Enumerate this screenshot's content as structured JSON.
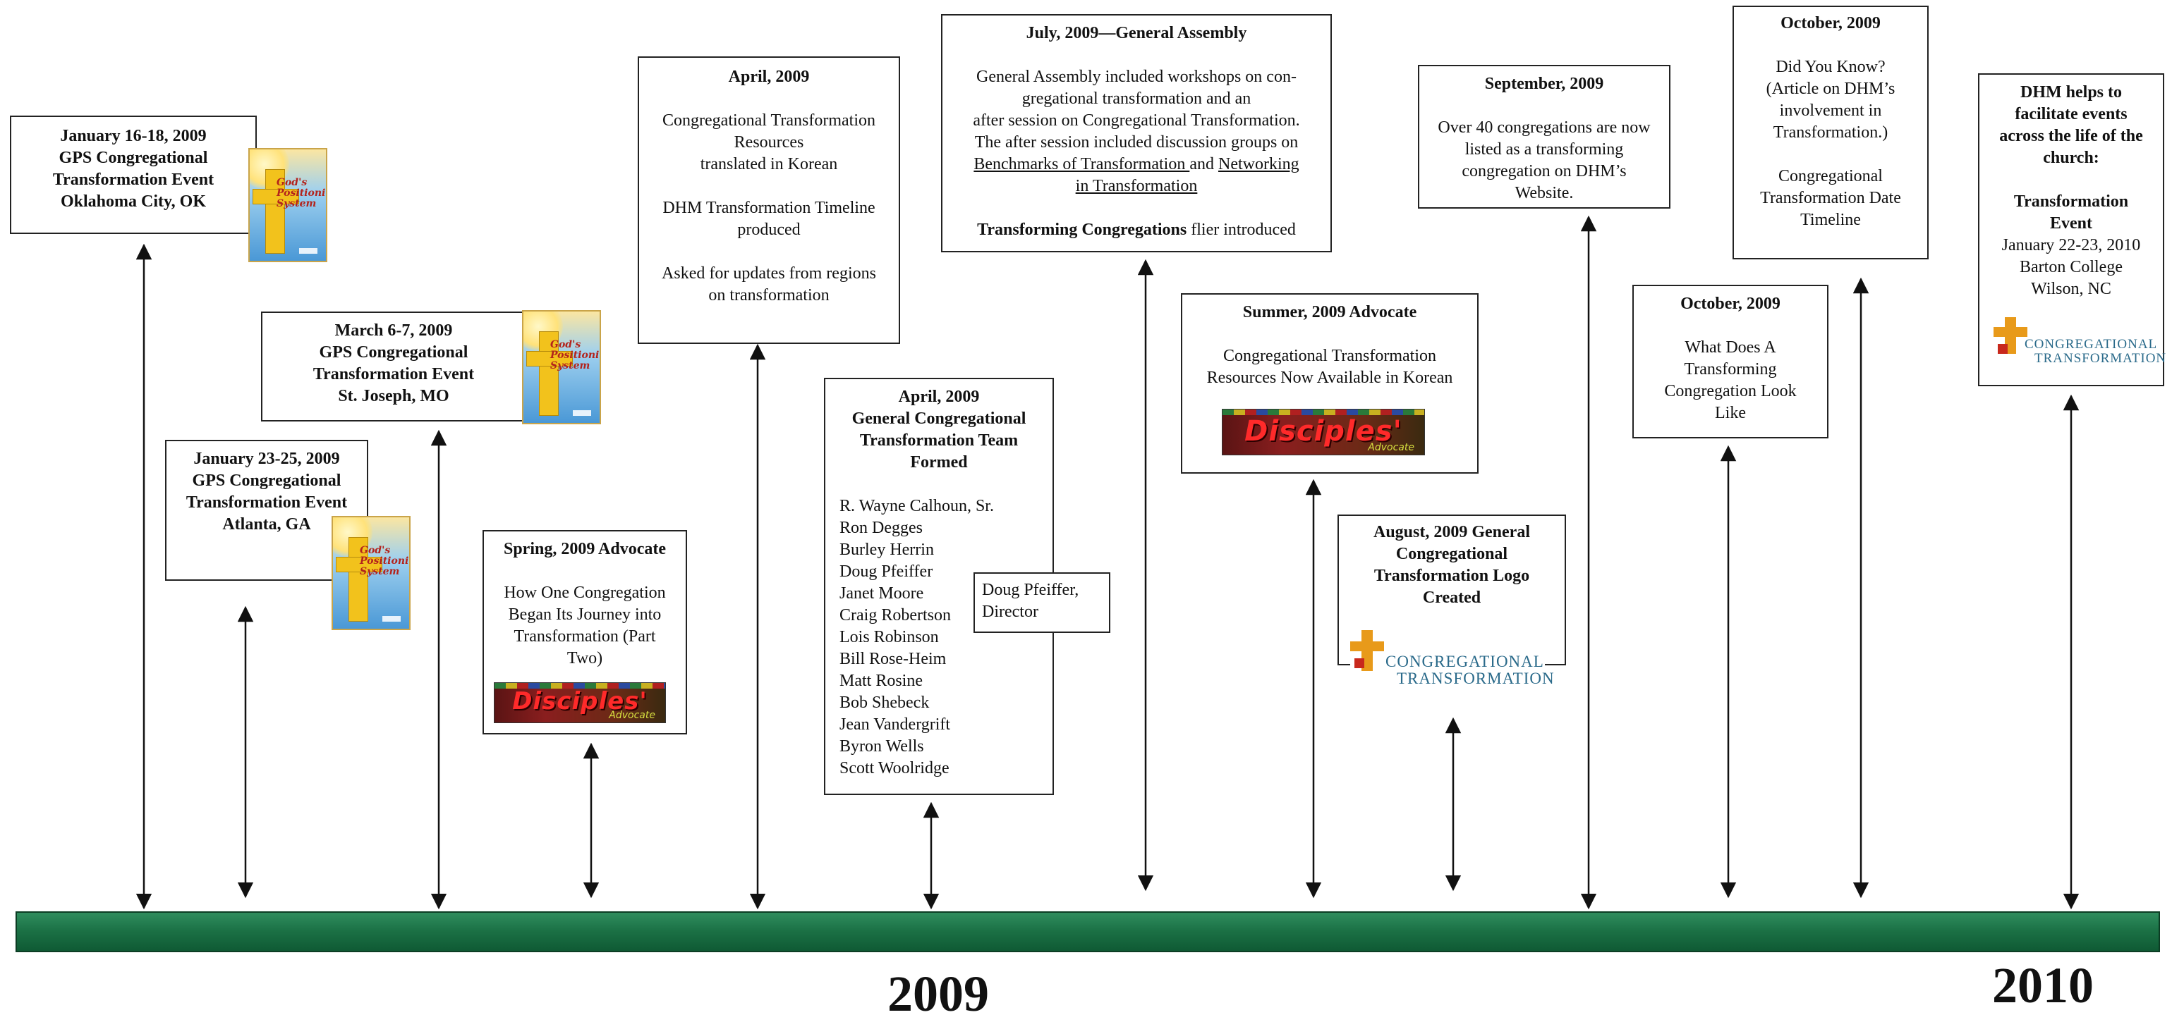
{
  "years": {
    "year_2009": "2009",
    "year_2010": "2010"
  },
  "colors": {
    "timeline": "#1c7246",
    "text": "#111111",
    "border": "#222222"
  },
  "logos": {
    "gps_logo": {
      "text": "God's Positioning System"
    },
    "advocate_logo": {
      "text": "Disciples'",
      "sub": "Advocate"
    },
    "ct_logo": {
      "line1": "CONGREGATIONAL",
      "line2": "TRANSFORMATION"
    }
  },
  "events": {
    "jan_16_18": {
      "title_lines": [
        "January 16-18, 2009",
        "GPS Congregational",
        "Transformation Event",
        "Oklahoma City, OK"
      ]
    },
    "mar_6_7": {
      "title_lines": [
        "March 6-7, 2009",
        "GPS Congregational",
        "Transformation Event",
        "St. Joseph, MO"
      ]
    },
    "jan_23_25": {
      "title_lines": [
        "January 23-25, 2009",
        "GPS Congregational",
        "Transformation Event",
        "Atlanta, GA"
      ]
    },
    "spring_advocate": {
      "title": "Spring, 2009 Advocate",
      "body_lines": [
        "How One Congregation",
        "Began Its Journey into",
        "Transformation (Part",
        "Two)"
      ]
    },
    "april_resources": {
      "title": "April, 2009",
      "body1_lines": [
        "Congregational Transformation",
        "Resources",
        "translated in Korean"
      ],
      "body2_lines": [
        "DHM Transformation Timeline",
        "produced"
      ],
      "body3_lines": [
        "Asked for updates from regions",
        "on transformation"
      ]
    },
    "april_team": {
      "title_lines": [
        "April, 2009",
        "General Congregational",
        "Transformation Team",
        "Formed"
      ],
      "members": [
        "R. Wayne Calhoun, Sr.",
        "Ron Degges",
        "Burley Herrin",
        "Doug Pfeiffer",
        "Janet Moore",
        "Craig Robertson",
        "Lois Robinson",
        "Bill Rose-Heim",
        "Matt Rosine",
        "Bob Shebeck",
        "Jean Vandergrift",
        "Byron Wells",
        "Scott Woolridge"
      ],
      "director_lines": [
        "Doug Pfeiffer,",
        "Director"
      ]
    },
    "july_assembly": {
      "title": "July, 2009—General Assembly",
      "body_lines": [
        "General Assembly included workshops on con-",
        "gregational transformation and an",
        "after session on Congregational Transformation.",
        "The after session included discussion groups on"
      ],
      "link1": "Benchmarks of  Transformation ",
      "and_text": "and ",
      "link2a": "Networking",
      "link2b": "in Transformation",
      "flier_bold": "Transforming Congregations",
      "flier_rest": " flier introduced"
    },
    "summer_advocate": {
      "title": "Summer, 2009 Advocate",
      "body_lines": [
        "Congregational Transformation",
        "Resources Now Available in Korean"
      ]
    },
    "august_logo": {
      "title_lines": [
        "August, 2009 General",
        "Congregational",
        "Transformation Logo",
        "Created"
      ]
    },
    "september": {
      "title": "September, 2009",
      "body_lines": [
        "Over 40 congregations are now",
        "listed as a transforming",
        "congregation on DHM’s",
        "Website."
      ]
    },
    "october_look": {
      "title": "October, 2009",
      "body_lines": [
        "What Does A",
        "Transforming",
        "Congregation Look",
        "Like"
      ]
    },
    "october_know": {
      "title": "October, 2009",
      "body1_lines": [
        "Did You Know?",
        "(Article on DHM’s",
        "involvement in",
        "Transformation.)"
      ],
      "body2_lines": [
        "Congregational",
        "Transformation Date",
        "Timeline"
      ]
    },
    "dhm_2010": {
      "title_lines": [
        "DHM helps to",
        "facilitate events",
        "across the life of the",
        "church:"
      ],
      "event_lines": [
        "Transformation",
        "Event"
      ],
      "detail_lines": [
        "January 22-23, 2010",
        "Barton College",
        "Wilson, NC"
      ]
    }
  }
}
